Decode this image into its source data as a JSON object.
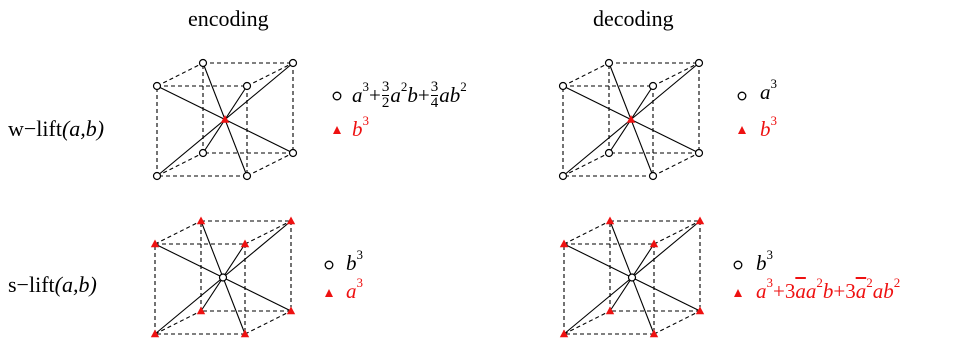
{
  "headings": {
    "encoding": "encoding",
    "decoding": "decoding"
  },
  "rows": {
    "w_lift": {
      "prefix": "w−lift",
      "args": "(a,b)"
    },
    "s_lift": {
      "prefix": "s−lift",
      "args": "(a,b)"
    }
  },
  "formulas": {
    "w_enc_circle": {
      "a": "a",
      "p3": "3",
      "plus1": "+",
      "n1": "3",
      "d1": "2",
      "a2": "a",
      "p2": "2",
      "b": "b",
      "plus2": "+",
      "n2": "3",
      "d2": "4",
      "ab": "ab",
      "q2": "2"
    },
    "w_enc_tri": {
      "b": "b",
      "p": "3"
    },
    "w_dec_circle": {
      "a": "a",
      "p": "3"
    },
    "w_dec_tri": {
      "b": "b",
      "p": "3"
    },
    "s_enc_circle": {
      "b": "b",
      "p": "3"
    },
    "s_enc_tri": {
      "a": "a",
      "p": "3"
    },
    "s_dec_circle": {
      "b": "b",
      "p": "3"
    },
    "s_dec_tri": {
      "a": "a",
      "p3": "3",
      "plus1": "+",
      "c1": "3",
      "abar1": "a",
      "a2": "a",
      "p2": "2",
      "b": "b",
      "plus2": "+",
      "c2": "3",
      "abar2": "a",
      "q2": "2",
      "ab": "ab",
      "r2": "2"
    }
  },
  "colors": {
    "red": "#ee1111",
    "black": "#000000"
  },
  "icons": {
    "circle": "open-circle-marker",
    "triangle": "red-triangle-marker"
  }
}
